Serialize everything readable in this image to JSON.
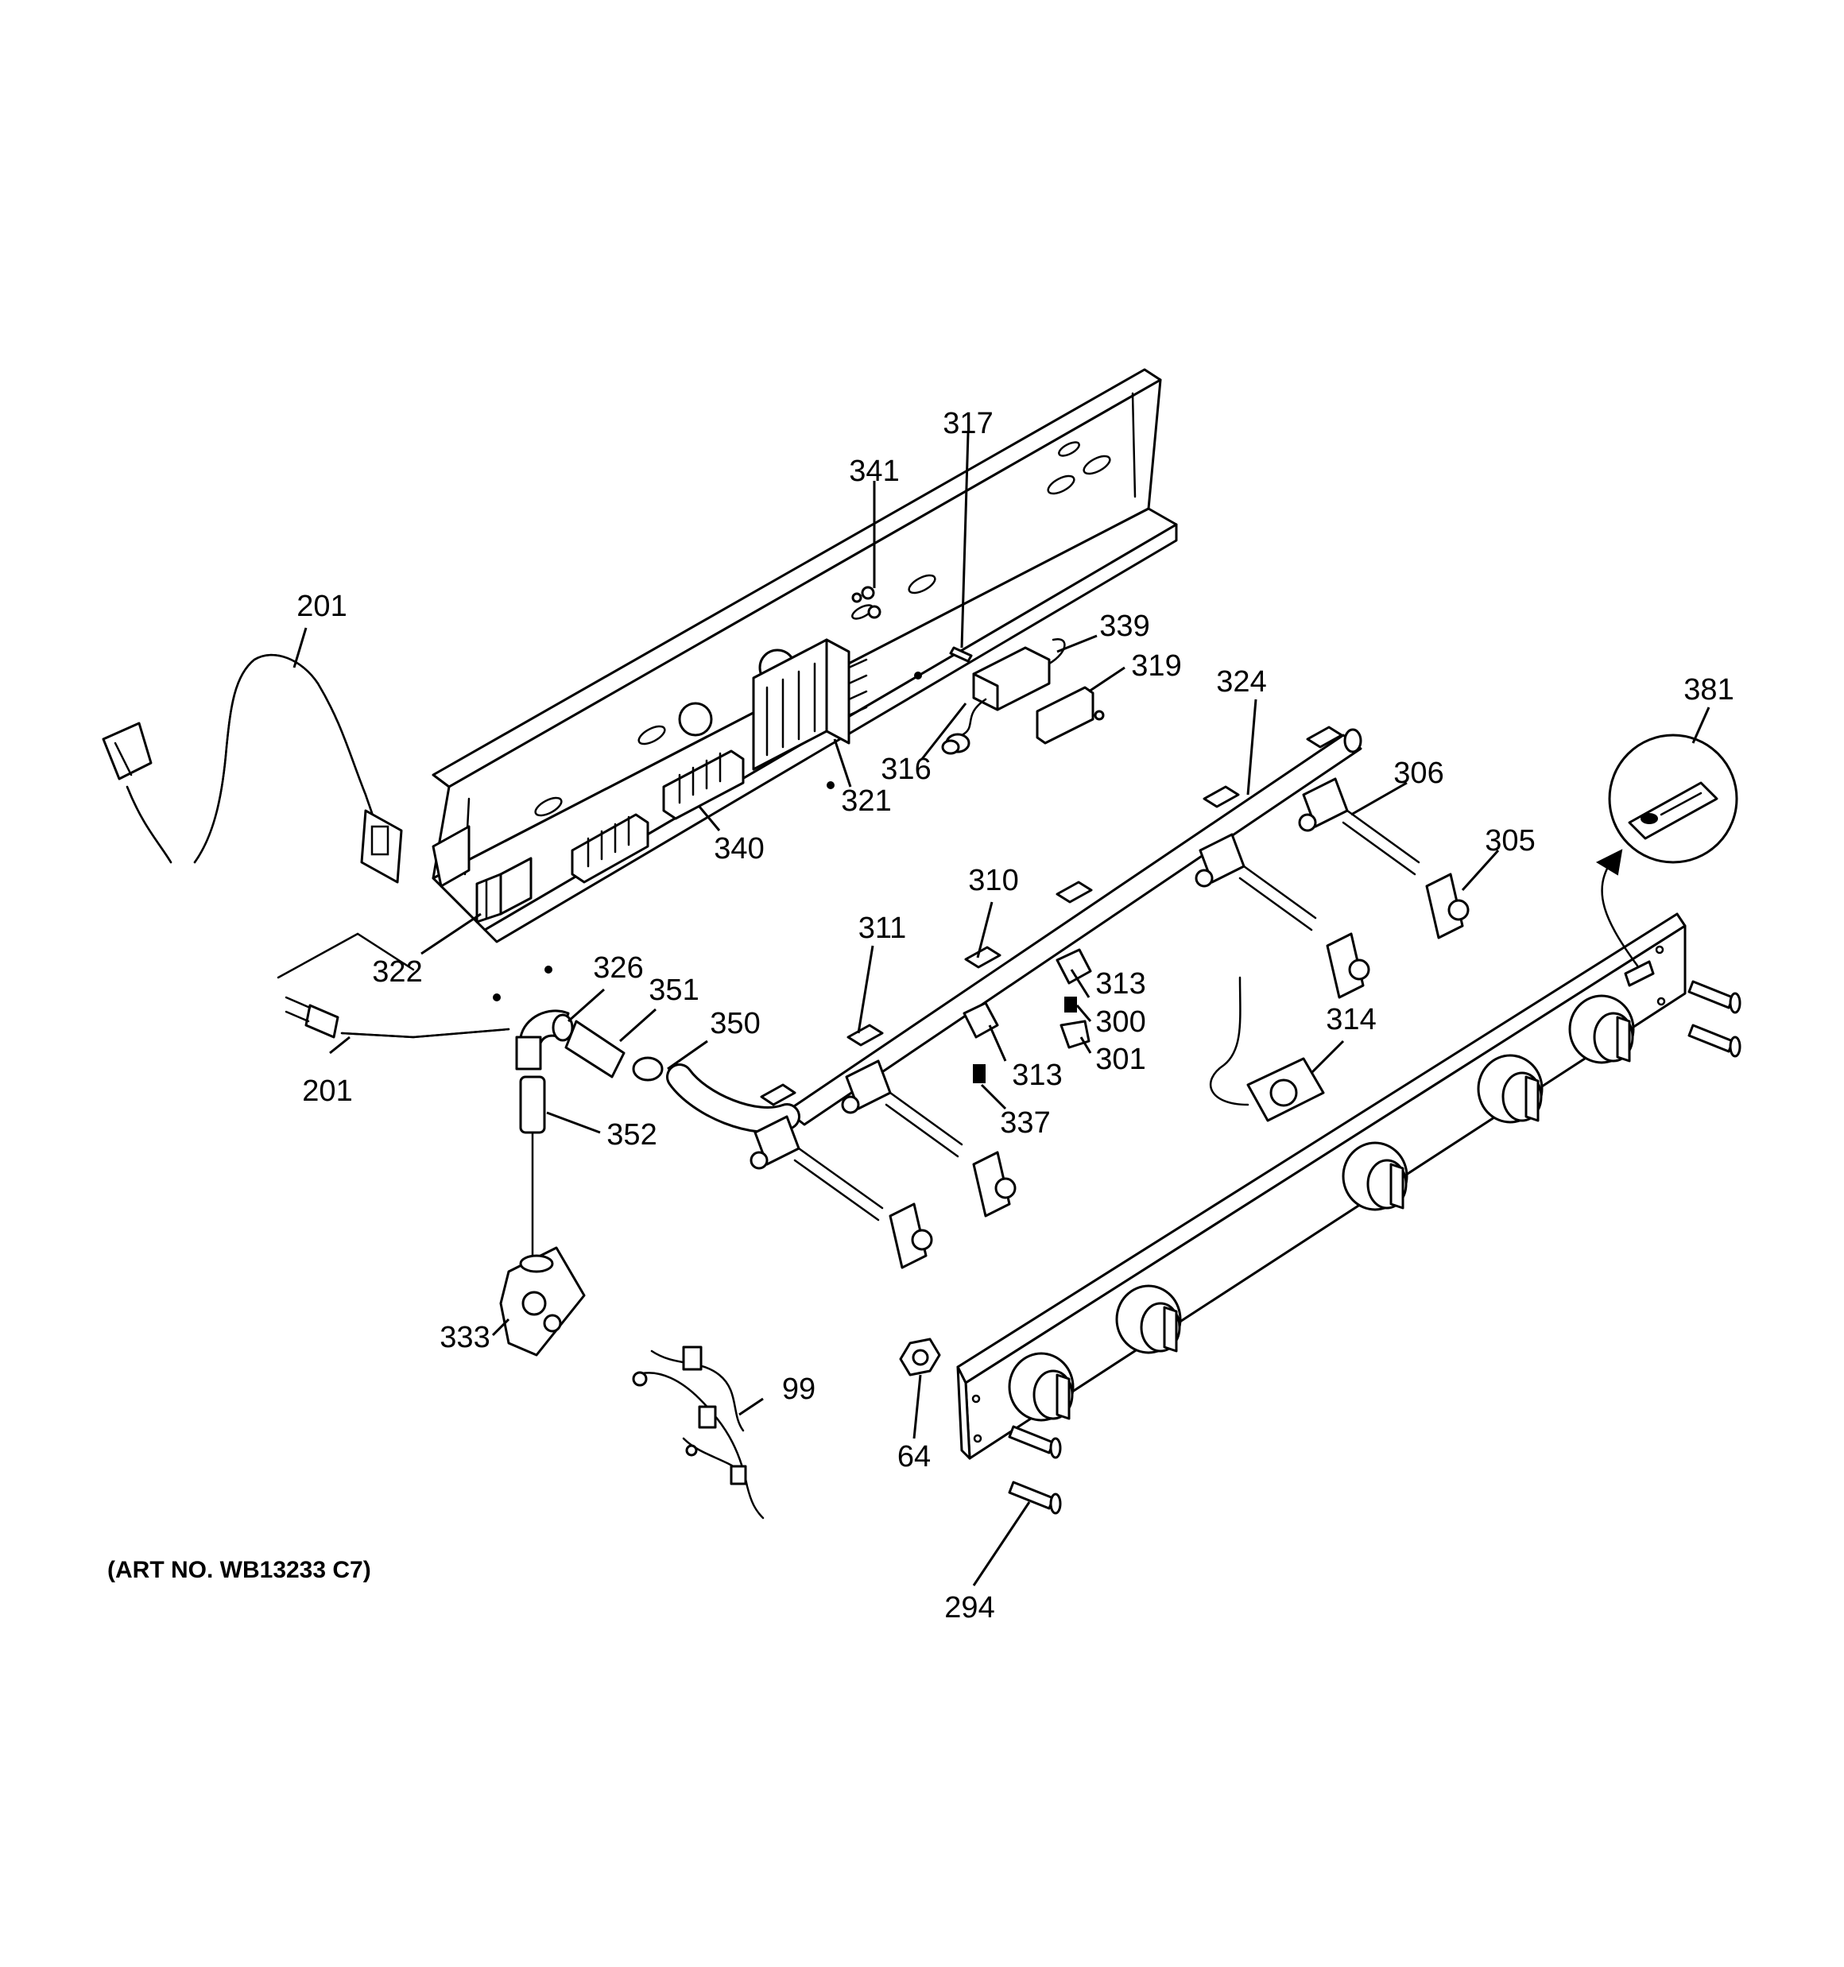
{
  "callouts": [
    {
      "id": "341",
      "label": "341"
    },
    {
      "id": "317",
      "label": "317"
    },
    {
      "id": "339",
      "label": "339"
    },
    {
      "id": "319",
      "label": "319"
    },
    {
      "id": "316",
      "label": "316"
    },
    {
      "id": "321",
      "label": "321"
    },
    {
      "id": "340",
      "label": "340"
    },
    {
      "id": "201a",
      "label": "201"
    },
    {
      "id": "201b",
      "label": "201"
    },
    {
      "id": "322",
      "label": "322"
    },
    {
      "id": "326",
      "label": "326"
    },
    {
      "id": "351",
      "label": "351"
    },
    {
      "id": "350",
      "label": "350"
    },
    {
      "id": "352",
      "label": "352"
    },
    {
      "id": "333",
      "label": "333"
    },
    {
      "id": "99",
      "label": "99"
    },
    {
      "id": "64",
      "label": "64"
    },
    {
      "id": "294",
      "label": "294"
    },
    {
      "id": "311",
      "label": "311"
    },
    {
      "id": "310",
      "label": "310"
    },
    {
      "id": "313a",
      "label": "313"
    },
    {
      "id": "313b",
      "label": "313"
    },
    {
      "id": "300",
      "label": "300"
    },
    {
      "id": "301",
      "label": "301"
    },
    {
      "id": "337",
      "label": "337"
    },
    {
      "id": "324",
      "label": "324"
    },
    {
      "id": "306",
      "label": "306"
    },
    {
      "id": "305",
      "label": "305"
    },
    {
      "id": "314",
      "label": "314"
    },
    {
      "id": "381",
      "label": "381"
    }
  ],
  "art_number": "(ART NO. WB13233 C7)"
}
